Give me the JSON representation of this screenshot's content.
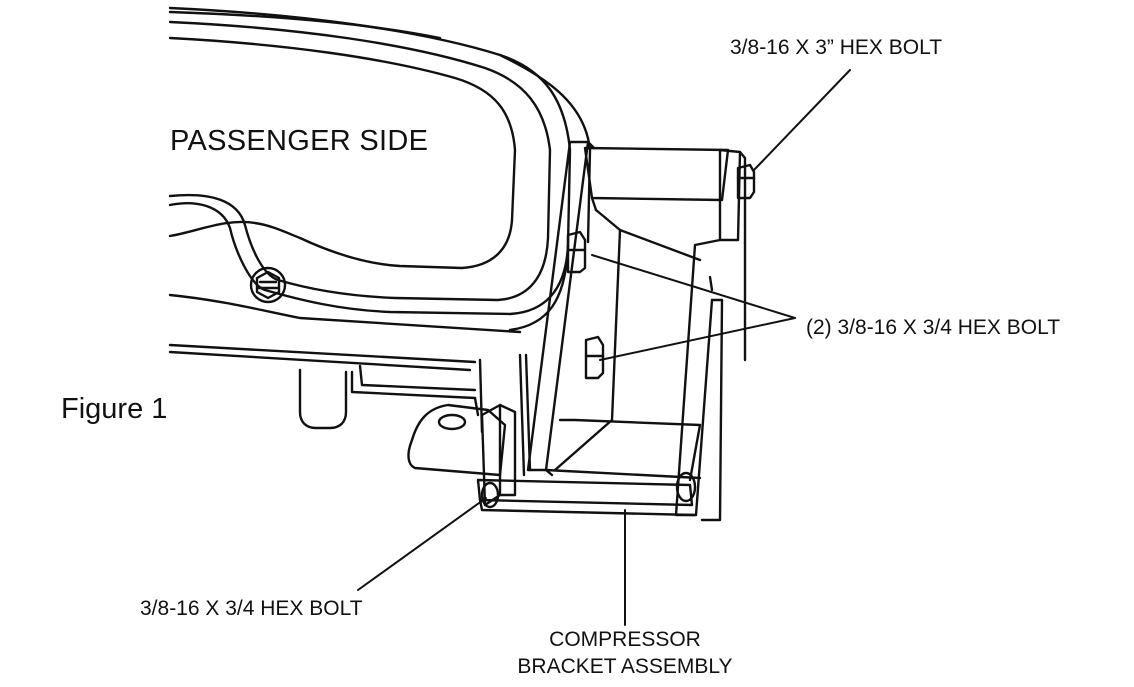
{
  "figure": {
    "caption": "Figure 1",
    "side_label": "PASSENGER SIDE"
  },
  "callouts": {
    "top_bolt": "3/8-16 X 3” HEX BOLT",
    "pair_bolts": "(2) 3/8-16 X 3/4 HEX BOLT",
    "lower_bolt": "3/8-16 X 3/4 HEX BOLT",
    "assembly_line1": "COMPRESSOR",
    "assembly_line2": "BRACKET ASSEMBLY"
  },
  "colors": {
    "line": "#111111",
    "background": "#ffffff"
  }
}
